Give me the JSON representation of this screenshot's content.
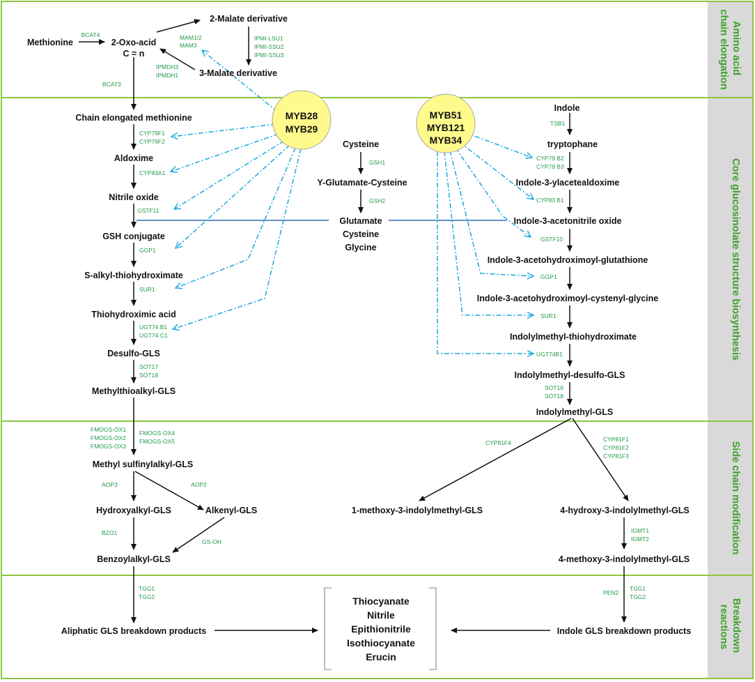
{
  "sections": [
    {
      "key": "s1",
      "lines": [
        "Amino acid",
        "chain elongation"
      ]
    },
    {
      "key": "s2",
      "lines": [
        "Core glucosinolate structure biosynthesis"
      ]
    },
    {
      "key": "s3",
      "lines": [
        "Side chain modification"
      ]
    },
    {
      "key": "s4",
      "lines": [
        "Breakdown",
        "reactions"
      ]
    }
  ],
  "nodes": {
    "methionine": "Methionine",
    "oxoacid1": "2-Oxo-acid",
    "oxoacid2": "C = n",
    "malate2": "2-Malate derivative",
    "malate3": "3-Malate derivative",
    "chain_met": "Chain elongated methionine",
    "aldoxime": "Aldoxime",
    "nitrile_oxide": "Nitrile oxide",
    "gsh_conj": "GSH conjugate",
    "salkyl": "S-alkyl-thiohydroximate",
    "thiohydrox": "Thiohydroximic acid",
    "desulfo": "Desulfo-GLS",
    "methylthio": "Methylthioalkyl-GLS",
    "methylsulf": "Methyl sulfinylalkyl-GLS",
    "hydroxyalkyl": "Hydroxyalkyl-GLS",
    "alkenyl": "Alkenyl-GLS",
    "benzoyl": "Benzoylalkyl-GLS",
    "aliph_break": "Aliphatic GLS breakdown products",
    "cysteine": "Cysteine",
    "yglut": "Y-Glutamate-Cysteine",
    "glutamate": "Glutamate",
    "cys2": "Cysteine",
    "glycine": "Glycine",
    "indole": "Indole",
    "tryptophane": "tryptophane",
    "i3ald": "Indole-3-ylacetealdoxime",
    "i3nit": "Indole-3-acetonitrile oxide",
    "i3glut": "Indole-3-acetohydroximoyl-glutathione",
    "i3cys": "Indole-3-acetohydroximoyl-cystenyl-glycine",
    "indthio": "Indolylmethyl-thiohydroximate",
    "inddesulfo": "Indolylmethyl-desulfo-GLS",
    "indgls": "Indolylmethyl-GLS",
    "methoxy1": "1-methoxy-3-indolylmethyl-GLS",
    "hydroxy4": "4-hydroxy-3-indolylmethyl-GLS",
    "methoxy4": "4-methoxy-3-indolylmethyl-GLS",
    "indole_break": "Indole GLS breakdown products"
  },
  "products": [
    "Thiocyanate",
    "Nitrile",
    "Epithionitrile",
    "Isothiocyanate",
    "Erucin"
  ],
  "myb_left": [
    "MYB28",
    "MYB29"
  ],
  "myb_right": [
    "MYB51",
    "MYB121",
    "MYB34"
  ],
  "enzymes": {
    "bcat4": [
      "BCAT4"
    ],
    "mam": [
      "MAM1/2",
      "MAM3"
    ],
    "ipmi": [
      "IPMI-LSU1",
      "IPMI-SSU2",
      "IPMI-SSU3"
    ],
    "ipmdh": [
      "IPMDH3",
      "IPMDH1"
    ],
    "bcat3": [
      "BCAT3"
    ],
    "cyp79f": [
      "CYP79F1",
      "CYP79F2"
    ],
    "cyp83a1": [
      "CYP83A1"
    ],
    "gstf11": [
      "GSTF11"
    ],
    "ggp1_l": [
      "GGP1"
    ],
    "sur1_l": [
      "SUR1"
    ],
    "ugt_l": [
      "UGT74 B1",
      "UGT74 C1"
    ],
    "sot_l": [
      "SOT17",
      "SOT18"
    ],
    "fmo_a": [
      "FMOGS-OX1",
      "FMOGS-OX2",
      "FMOGS-OX3"
    ],
    "fmo_b": [
      "FMOGS-OX4",
      "FMOGS-OX5"
    ],
    "aop3": [
      "AOP3"
    ],
    "aop2": [
      "AOP2"
    ],
    "bzo1": [
      "BZO1"
    ],
    "gsoh": [
      "GS-OH"
    ],
    "tgg_l": [
      "TGG1",
      "TGG2"
    ],
    "gsh1": [
      "GSH1"
    ],
    "gsh2": [
      "GSH2"
    ],
    "tsb1": [
      "TSB1"
    ],
    "cyp79b": [
      "CYP79 B2",
      "CYP79 B3"
    ],
    "cyp83b1": [
      "CYP83 B1"
    ],
    "gstf10": [
      "GSTF10"
    ],
    "ggp1_r": [
      "GGP1"
    ],
    "sur1_r": [
      "SUR1"
    ],
    "ugt74b1": [
      "UGT74B1"
    ],
    "sot_r": [
      "SOT16",
      "SOT18"
    ],
    "cyp81f4": [
      "CYP81F4"
    ],
    "cyp81f": [
      "CYP81F1",
      "CYP81F2",
      "CYP81F3"
    ],
    "igmt": [
      "IGMT1",
      "IGMT2"
    ],
    "pen2": [
      "PEN2"
    ],
    "tgg_r": [
      "TGG1",
      "TGG2"
    ]
  },
  "colors": {
    "frame": "#8cc63f",
    "sidebar": "#d9d9d9",
    "side_text": "#3ea12b",
    "enzyme": "#1f9a47",
    "regulation": "#1aa7de",
    "myb_fill": "#fffa8c",
    "link_line": "#2e6db4"
  }
}
